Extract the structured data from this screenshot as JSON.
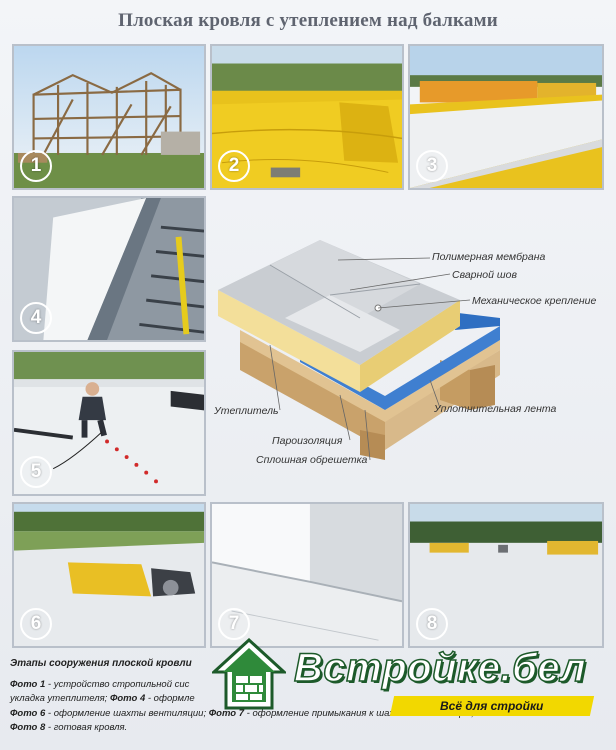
{
  "title": "Плоская кровля с утеплением над балками",
  "photos": [
    {
      "number": "1",
      "subject": "construction-frame"
    },
    {
      "number": "2",
      "subject": "insulation-laying"
    },
    {
      "number": "3",
      "subject": "membrane-roll-out"
    },
    {
      "number": "4",
      "subject": "edge-membrane"
    },
    {
      "number": "5",
      "subject": "welding-membrane"
    },
    {
      "number": "6",
      "subject": "ventilation-shaft"
    },
    {
      "number": "7",
      "subject": "shaft-junction"
    },
    {
      "number": "8",
      "subject": "finished-roof"
    }
  ],
  "diagram": {
    "labels": {
      "membrane": "Полимерная мембрана",
      "weld_seam": "Сварной шов",
      "fastening": "Механическое крепление",
      "insulation": "Утеплитель",
      "sealing_tape": "Уплотнительная лента",
      "vapor_barrier": "Пароизоляция",
      "sheathing": "Сплошная обрешетка"
    },
    "colors": {
      "membrane": "#c9cdd2",
      "insulation": "#f3df9a",
      "vapor_barrier": "#3f7fd0",
      "wood": "#d8b98a"
    }
  },
  "caption": {
    "heading": "Этапы сооружения плоской кровли",
    "lines": [
      {
        "bold": "Фото 1",
        "text": " - устройство стропильной сис"
      },
      {
        "bold": "",
        "text": "укладка утеплителя; "
      },
      {
        "bold": "Фото 4",
        "text": " - оформле"
      },
      {
        "bold": "Фото 6",
        "text": " - оформление шахты вентиляции; "
      },
      {
        "bold": "Фото 7",
        "text": " - оформление примыкания к шахтам вентиляции;"
      },
      {
        "bold": "Фото 8",
        "text": " - готовая кровля."
      }
    ]
  },
  "logo": {
    "name": "Встройке.бел",
    "tagline": "Всё для стройки",
    "colors": {
      "green": "#2f8a3a",
      "yellow": "#f2d800"
    }
  }
}
